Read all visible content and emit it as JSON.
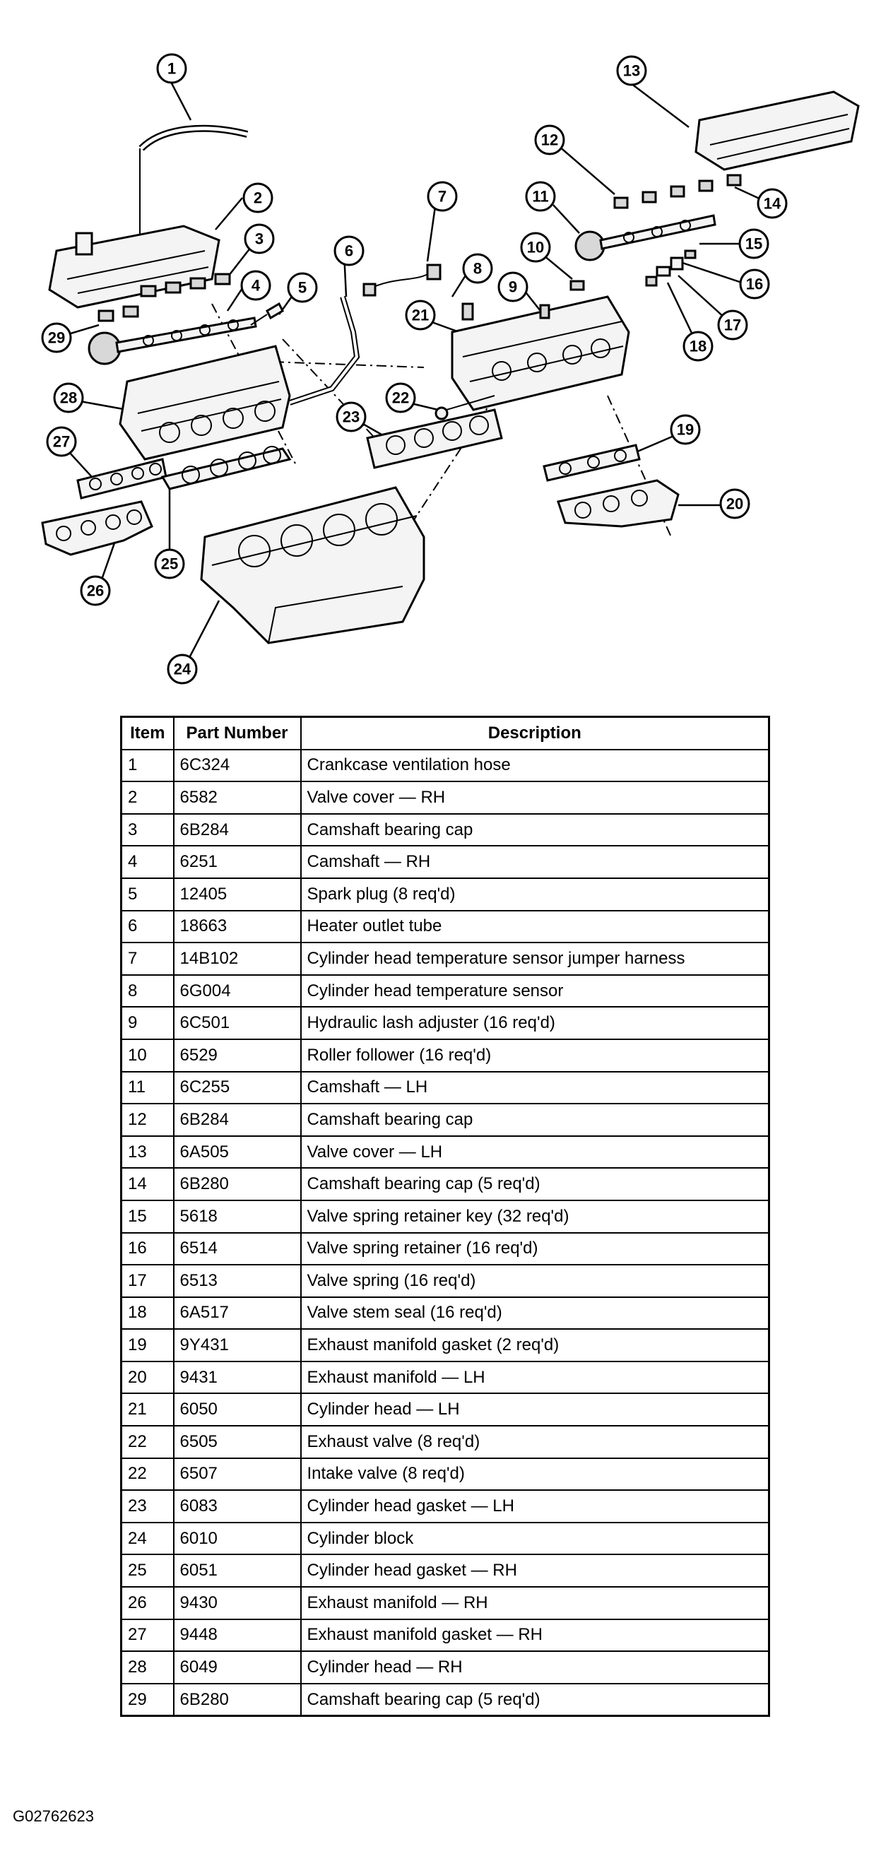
{
  "callouts": [
    "1",
    "2",
    "3",
    "4",
    "5",
    "6",
    "7",
    "8",
    "9",
    "10",
    "11",
    "12",
    "13",
    "14",
    "15",
    "16",
    "17",
    "18",
    "19",
    "20",
    "21",
    "22",
    "23",
    "24",
    "25",
    "26",
    "27",
    "28",
    "29"
  ],
  "table": {
    "headers": [
      "Item",
      "Part Number",
      "Description"
    ],
    "rows": [
      [
        "1",
        "6C324",
        "Crankcase ventilation hose"
      ],
      [
        "2",
        "6582",
        "Valve cover — RH"
      ],
      [
        "3",
        "6B284",
        "Camshaft bearing cap"
      ],
      [
        "4",
        "6251",
        "Camshaft — RH"
      ],
      [
        "5",
        "12405",
        "Spark plug (8 req'd)"
      ],
      [
        "6",
        "18663",
        "Heater outlet tube"
      ],
      [
        "7",
        "14B102",
        "Cylinder head temperature sensor jumper harness"
      ],
      [
        "8",
        "6G004",
        "Cylinder head temperature sensor"
      ],
      [
        "9",
        "6C501",
        "Hydraulic lash adjuster (16 req'd)"
      ],
      [
        "10",
        "6529",
        "Roller follower (16 req'd)"
      ],
      [
        "11",
        "6C255",
        "Camshaft — LH"
      ],
      [
        "12",
        "6B284",
        "Camshaft bearing cap"
      ],
      [
        "13",
        "6A505",
        "Valve cover — LH"
      ],
      [
        "14",
        "6B280",
        "Camshaft bearing cap (5 req'd)"
      ],
      [
        "15",
        "5618",
        "Valve spring retainer key (32 req'd)"
      ],
      [
        "16",
        "6514",
        "Valve spring retainer (16 req'd)"
      ],
      [
        "17",
        "6513",
        "Valve spring (16 req'd)"
      ],
      [
        "18",
        "6A517",
        "Valve stem seal (16 req'd)"
      ],
      [
        "19",
        "9Y431",
        "Exhaust manifold gasket (2 req'd)"
      ],
      [
        "20",
        "9431",
        "Exhaust manifold — LH"
      ],
      [
        "21",
        "6050",
        "Cylinder head — LH"
      ],
      [
        "22",
        "6505",
        "Exhaust valve (8 req'd)"
      ],
      [
        "22",
        "6507",
        "Intake valve (8 req'd)"
      ],
      [
        "23",
        "6083",
        "Cylinder head gasket — LH"
      ],
      [
        "24",
        "6010",
        "Cylinder block"
      ],
      [
        "25",
        "6051",
        "Cylinder head gasket — RH"
      ],
      [
        "26",
        "9430",
        "Exhaust manifold — RH"
      ],
      [
        "27",
        "9448",
        "Exhaust manifold gasket — RH"
      ],
      [
        "28",
        "6049",
        "Cylinder head — RH"
      ],
      [
        "29",
        "6B280",
        "Camshaft bearing cap (5 req'd)"
      ]
    ]
  },
  "figure_id": "G02762623"
}
